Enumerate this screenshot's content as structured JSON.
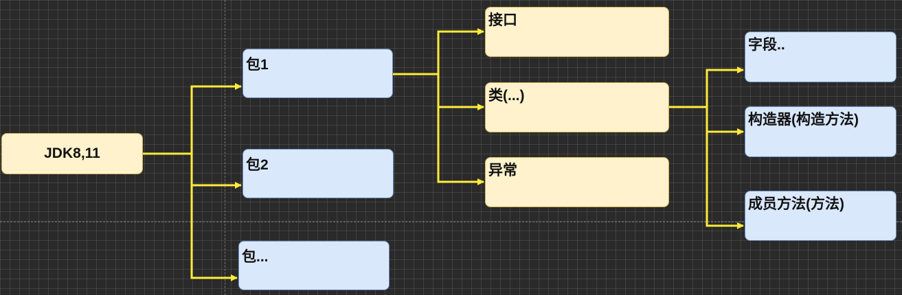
{
  "nodes": {
    "root": "JDK8,11",
    "pkg1": "包1",
    "pkg2": "包2",
    "pkg_more": "包...",
    "interface": "接口",
    "class": "类(...)",
    "exception": "异常",
    "field": "字段..",
    "constructor": "构造器(构造方法)",
    "member_method": "成员方法(方法)"
  },
  "colors": {
    "connector": "#ffeb3b",
    "yellow_fill": "#fff2cc",
    "blue_fill": "#dae8fc"
  }
}
